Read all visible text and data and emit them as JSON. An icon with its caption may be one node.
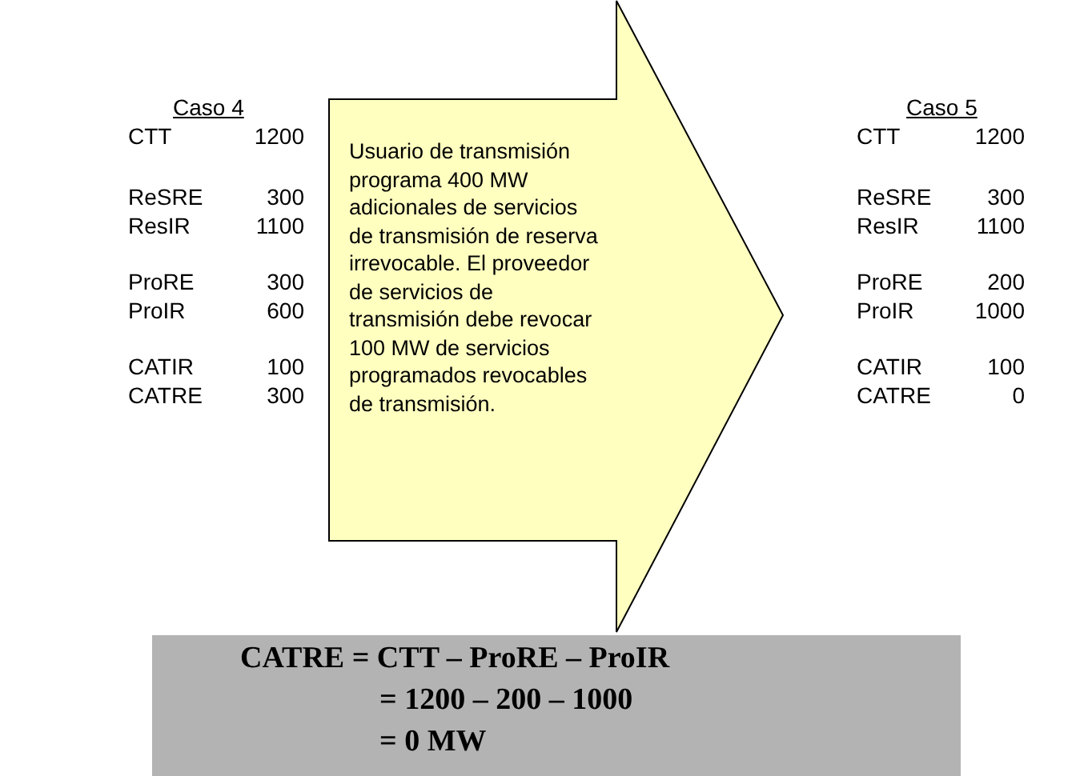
{
  "diagram": {
    "nodes": [
      {
        "text": [
          "Usuario de transmisión programa 400 MW adicionales de servicios de transmisión de reserva irrevocable. El proveedor  de servicios de transmisión debe revocar 100 MW de servicios programados revocables de transmisión."
        ]
      },
      {
        "text": [
          "CATRE  = CTT – ProRE – ProIR",
          "= 1200 – 200 – 1000",
          "= 0 MW"
        ]
      }
    ],
    "labels": [
      "Caso 4",
      "CTT",
      "1200",
      "ReSRE",
      "300",
      "ResIR",
      "1100",
      "ProRE",
      "300",
      "ProIR",
      "600",
      "CATIR",
      "100",
      "CATRE",
      "300",
      "Caso 5",
      "CTT",
      "1200",
      "ReSRE",
      "300",
      "ResIR",
      "1100",
      "ProRE",
      "200",
      "ProIR",
      "1000",
      "CATIR",
      "100",
      "CATRE",
      "0"
    ]
  }
}
